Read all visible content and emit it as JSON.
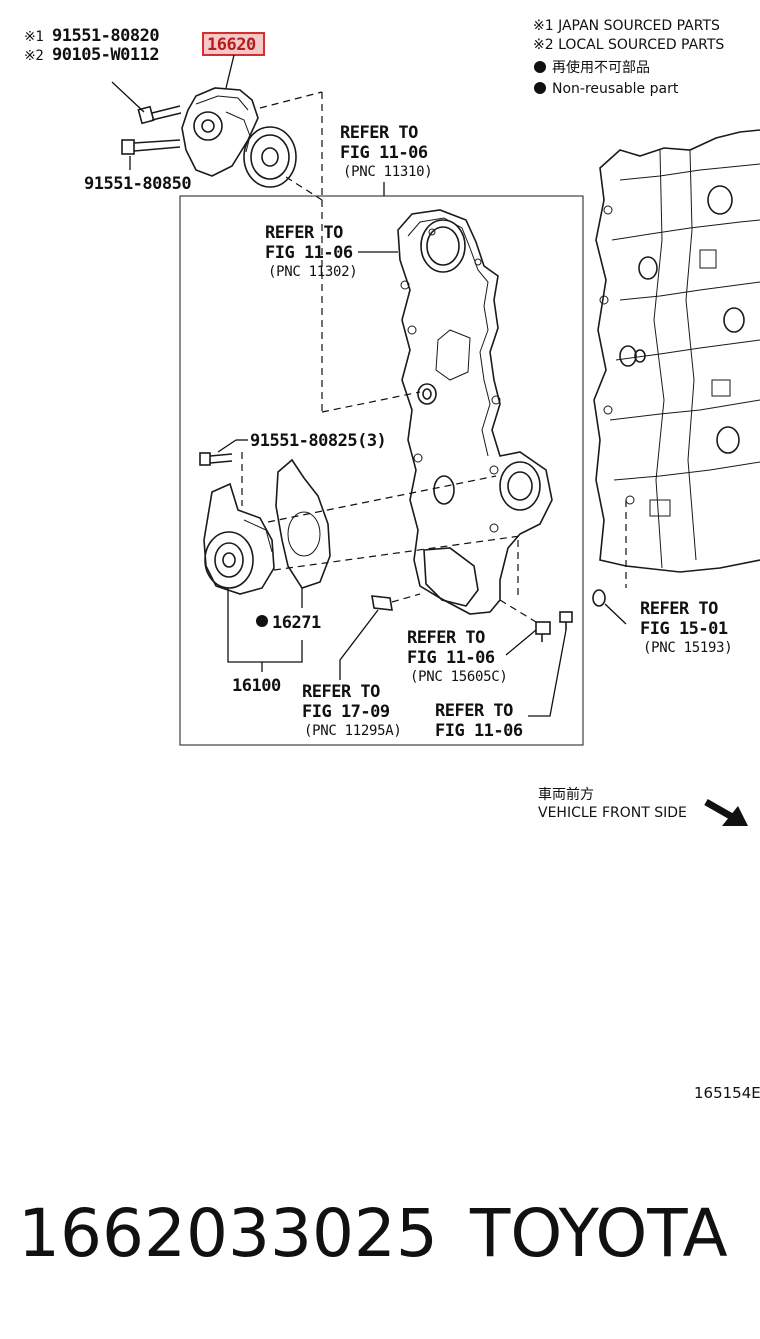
{
  "legend": {
    "japan": "※1 JAPAN SOURCED PARTS",
    "local": "※2 LOCAL SOURCED PARTS",
    "nonreuse_jp": "再使用不可部品",
    "nonreuse_en": "Non-reusable part"
  },
  "labels": {
    "bolt1_mark": "※1",
    "bolt1_part": "91551-80820",
    "bolt2_mark": "※2",
    "bolt2_part": "90105-W0112",
    "tensioner": "16620",
    "bolt3": "91551-80850",
    "bolt4": "91551-80825(3)",
    "gasket": "16271",
    "pump_assy": "16100"
  },
  "refs": [
    {
      "l1": "REFER TO",
      "l2": "FIG 11-06",
      "l3": "(PNC 11310)"
    },
    {
      "l1": "REFER TO",
      "l2": "FIG 11-06",
      "l3": "(PNC 11302)"
    },
    {
      "l1": "REFER TO",
      "l2": "FIG 15-01",
      "l3": "(PNC 15193)"
    },
    {
      "l1": "REFER TO",
      "l2": "FIG 11-06",
      "l3": "(PNC 15605C)"
    },
    {
      "l1": "REFER TO",
      "l2": "FIG 17-09",
      "l3": "(PNC 11295A)"
    },
    {
      "l1": "REFER TO",
      "l2": "FIG 11-06",
      "l3": ""
    }
  ],
  "vehicle_front_jp": "車両前方",
  "vehicle_front_en": "VEHICLE FRONT SIDE",
  "image_id": "165154E",
  "footer": {
    "part_number": "1662033025",
    "brand": "TOYOTA"
  },
  "colors": {
    "highlight": "#d32f2f",
    "highlight_fill": "#f6c9c9",
    "ink": "#111111"
  }
}
